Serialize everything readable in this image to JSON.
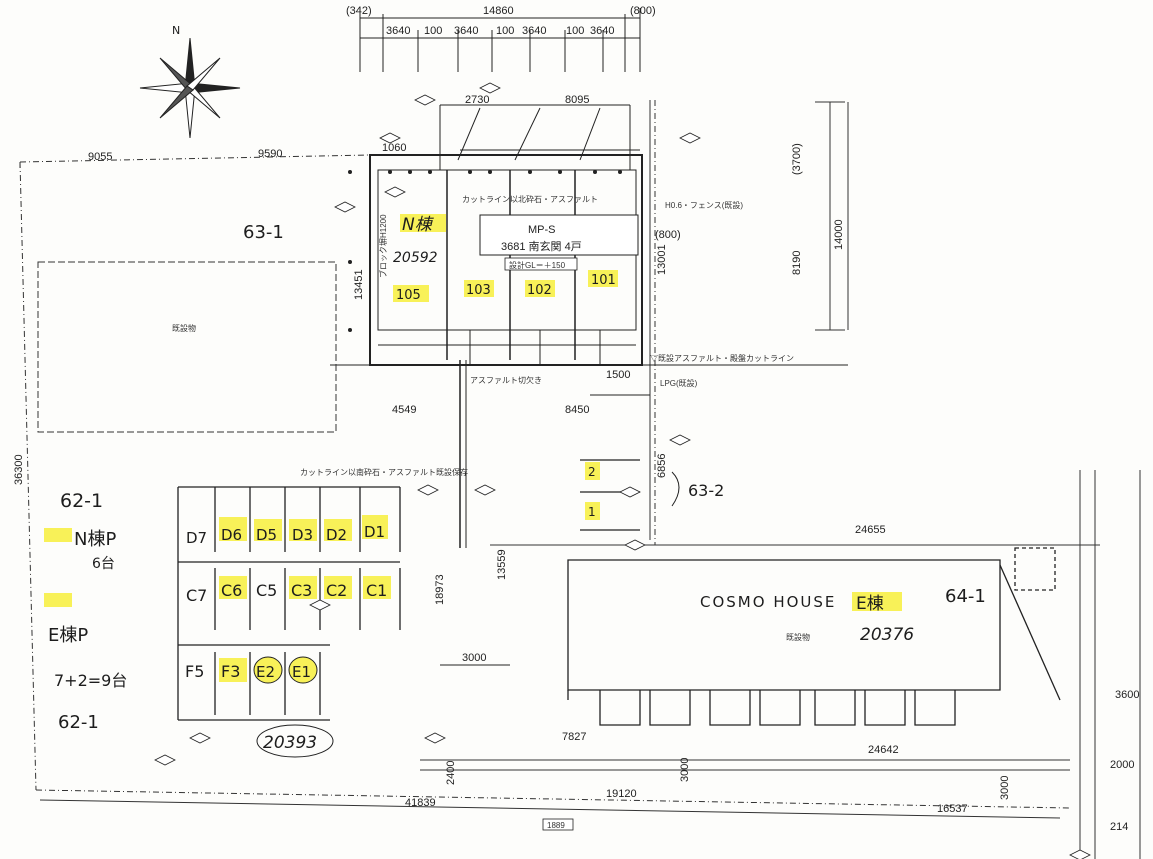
{
  "top_dims": {
    "left_paren": "(342)",
    "total": "14860",
    "right_paren": "(800)",
    "segments": [
      "3640",
      "100",
      "3640",
      "100",
      "3640",
      "100",
      "3640"
    ]
  },
  "site_dims": {
    "d_9055": "9055",
    "d_9590": "9590",
    "d_2730": "2730",
    "d_8095": "8095",
    "d_1060": "1060",
    "d_13451": "13451",
    "d_3700": "(3700)",
    "d_14000": "14000",
    "d_8190": "8190",
    "d_13001": "13001",
    "d_4549": "4549",
    "d_8450": "8450",
    "d_1500": "1500",
    "d_6856": "6856",
    "d_24655": "24655",
    "d_13559": "13559",
    "d_18973": "18973",
    "d_36300": "36300",
    "d_3000_a": "3000",
    "d_7827": "7827",
    "d_24642": "24642",
    "d_3000_b": "3000",
    "d_3000_c": "3000",
    "d_3600": "3600",
    "d_2000": "2000",
    "d_41839": "41839",
    "d_19120": "19120",
    "d_16537": "16537",
    "d_1889": "1889",
    "d_2400": "2400",
    "d_214": "214",
    "d_800_side": "(800)"
  },
  "building_n": {
    "name": "N棟",
    "number": "20592",
    "model": "MP-S",
    "spec": "3681 南玄関 4戸",
    "gl": "設計GL＝＋150",
    "units": [
      "105",
      "103",
      "102",
      "101"
    ]
  },
  "existing": {
    "left_label": "既設物",
    "e_label": "既設物"
  },
  "lots": {
    "lot_631": "63-1",
    "lot_621_top": "62-1",
    "lot_621_bottom": "62-1",
    "lot_632": "63-2",
    "lot_641": "64-1"
  },
  "parking_notes": {
    "n_parking": "N棟P",
    "n_count": "6台",
    "e_parking": "E棟P",
    "e_count": "7+2=9台"
  },
  "parking": {
    "row_d": [
      "D7",
      "D6",
      "D5",
      "D3",
      "D2",
      "D1"
    ],
    "row_c": [
      "C7",
      "C6",
      "C5",
      "C3",
      "C2",
      "C1"
    ],
    "row_f": [
      "F5",
      "F3",
      "E2",
      "E1"
    ],
    "stalls_side": [
      "2",
      "1"
    ],
    "circled_number": "20393"
  },
  "building_e": {
    "brand": "COSMO HOUSE",
    "name": "E棟",
    "number": "20376"
  },
  "notes": {
    "line_road": "▽既設アスファルト・殿盤カットライン",
    "line_cut": "カットライン以北砕石・アスファルト",
    "fence": "H0.6・フェンス(既設)",
    "asphalt": "アスファルト切欠き",
    "cut_asphalt": "カットライン以南砕石・アスファルト既設保存",
    "lpg": "LPG(既設)",
    "h1200": "ブロック塀H1200"
  }
}
